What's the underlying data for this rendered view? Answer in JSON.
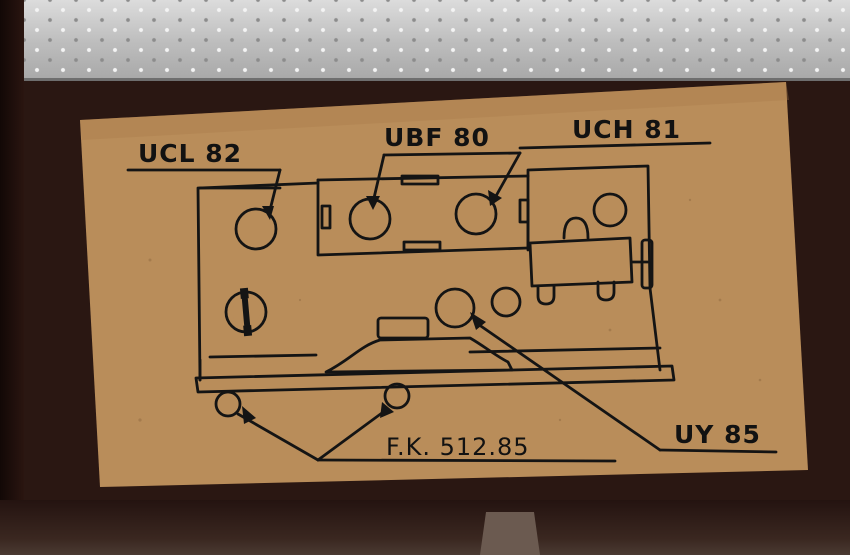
{
  "photo": {
    "description_colors": {
      "paper": "#b98d5a",
      "ink": "#141414",
      "cabinet": "#2a1712",
      "grille": "#c8c8c8"
    }
  },
  "label": {
    "tubes": {
      "ucl": "UCL 82",
      "ubf": "UBF 80",
      "uch": "UCH 81",
      "uy": "UY 85"
    },
    "code": "F.K. 512.85"
  }
}
